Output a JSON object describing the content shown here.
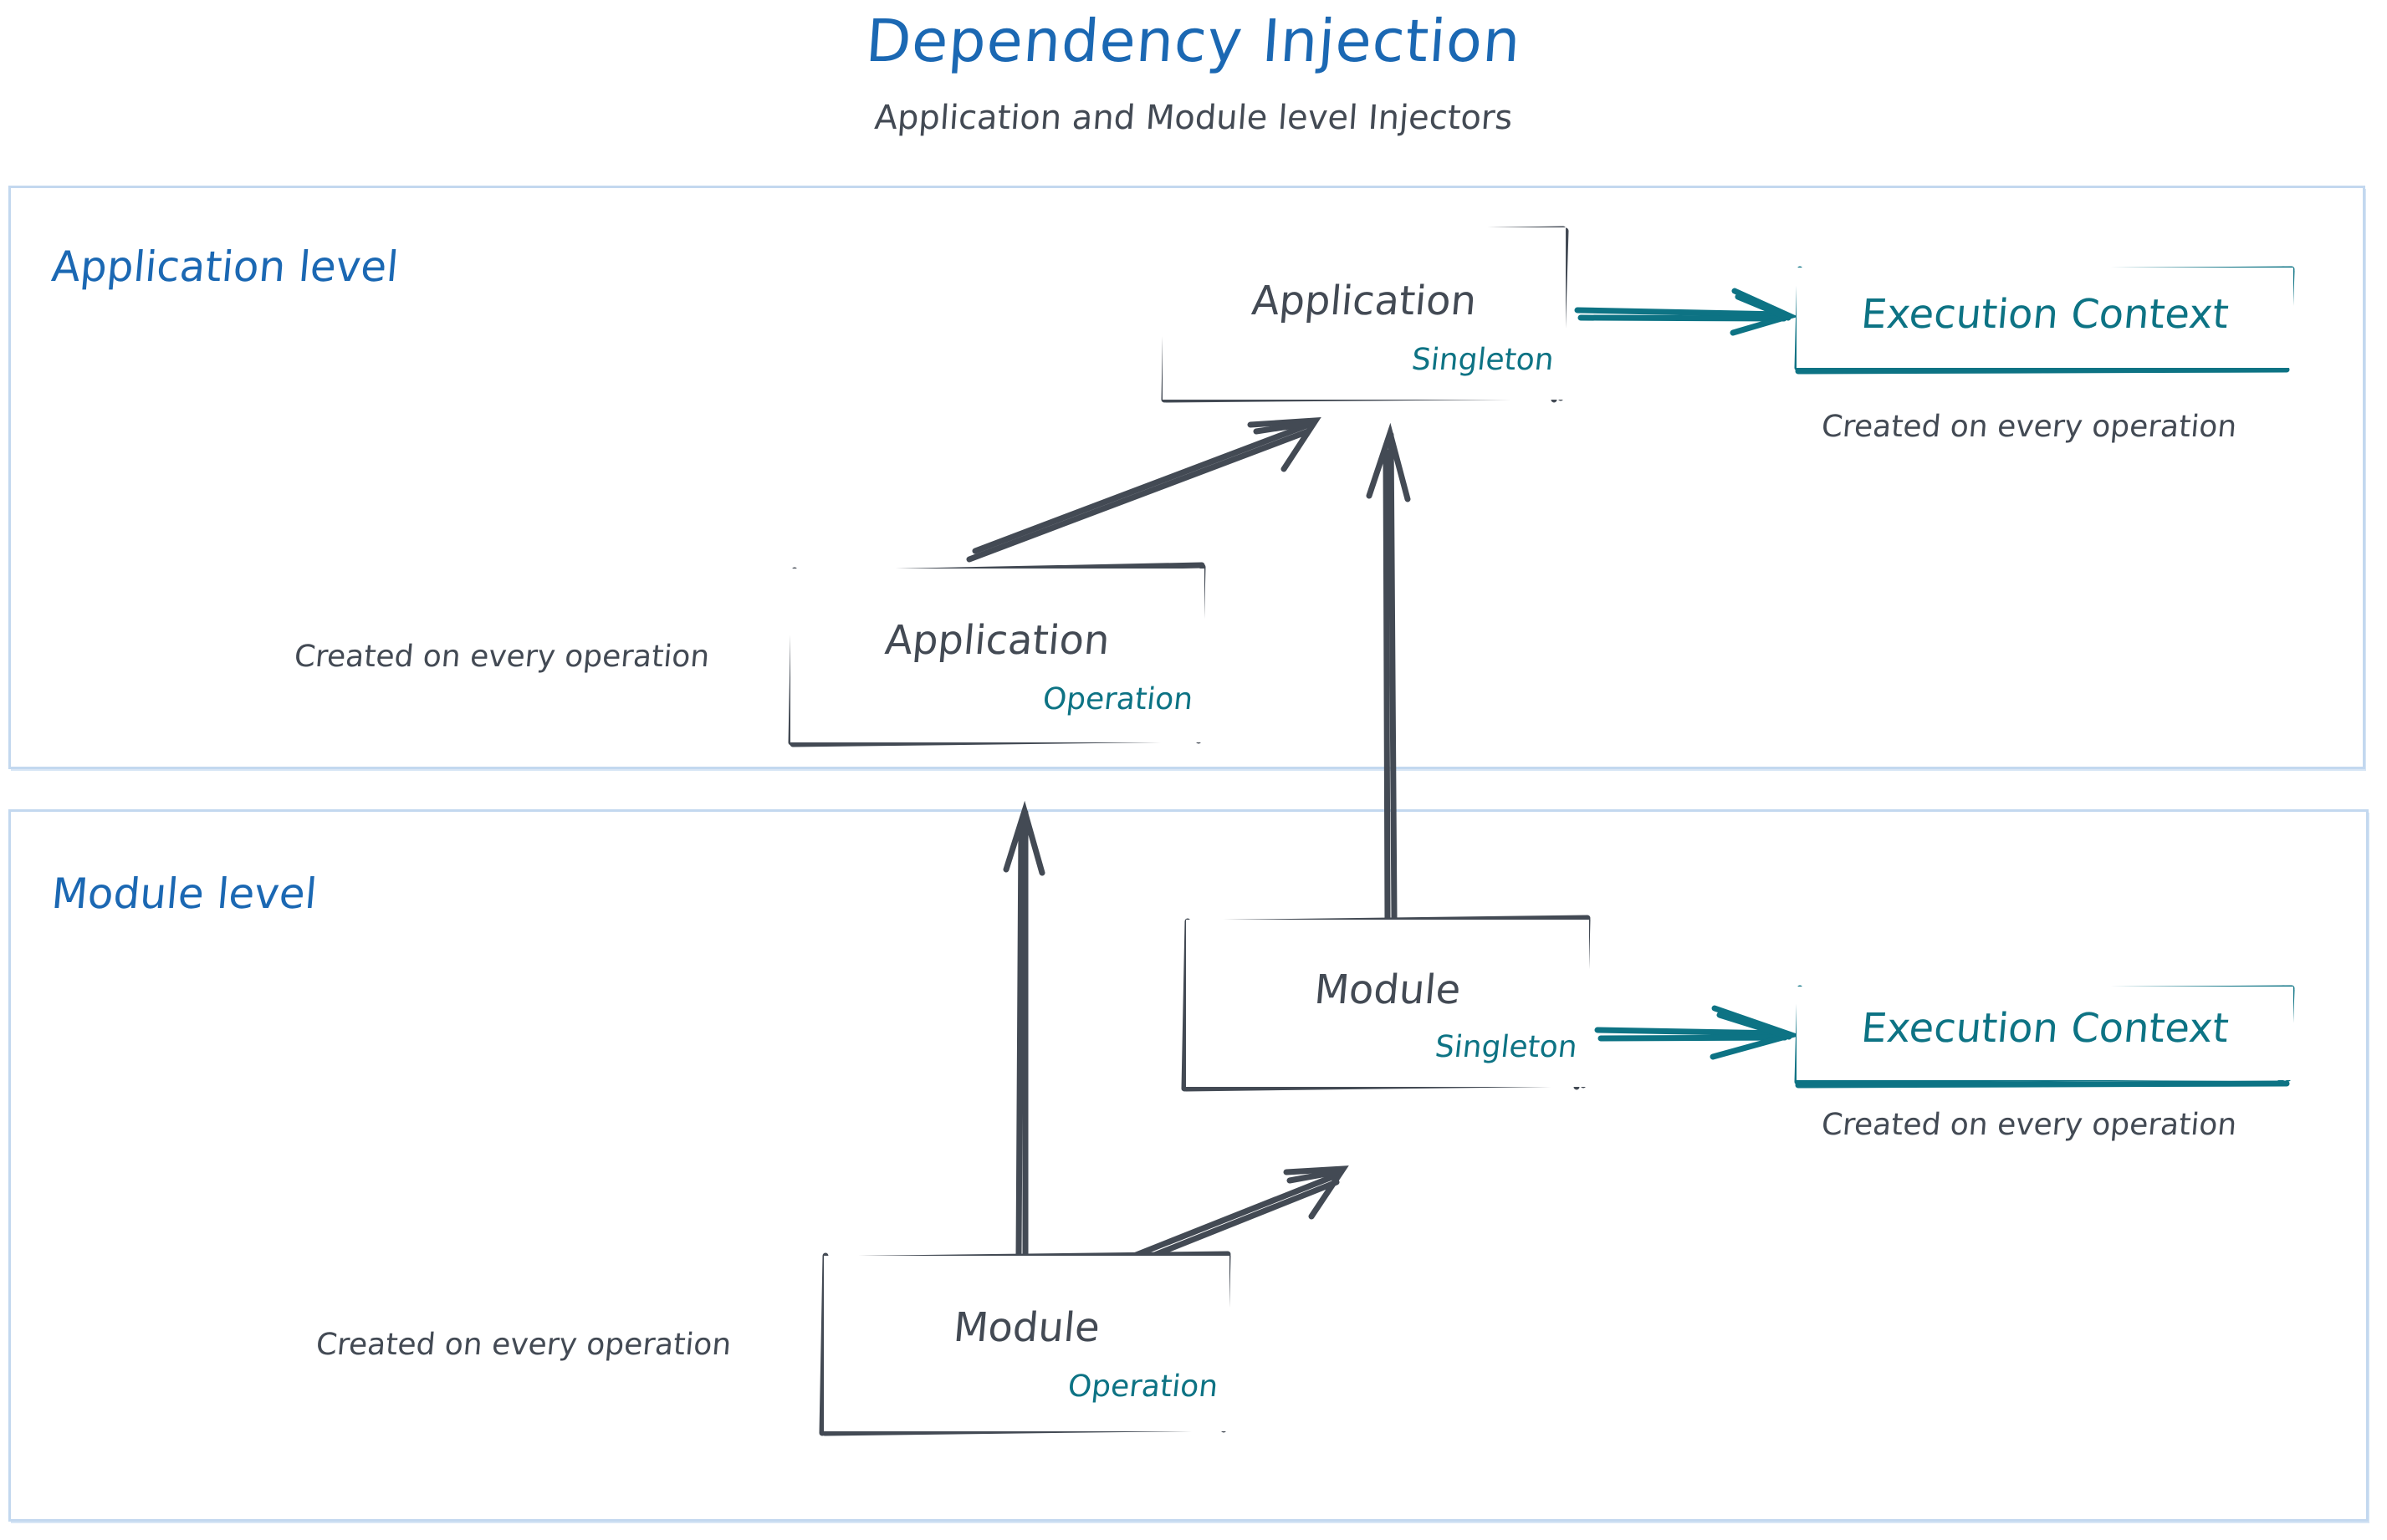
{
  "title": "Dependency Injection",
  "subtitle": "Application and Module level Injectors",
  "colors": {
    "title_blue": "#1b68b3",
    "level_border": "#c3d8ef",
    "node_stroke": "#434a54",
    "teal": "#0d7384",
    "background": "#ffffff"
  },
  "levels": [
    {
      "id": "application-level",
      "label": "Application level",
      "nodes": [
        {
          "id": "application-singleton",
          "title": "Application",
          "scope": "Singleton"
        },
        {
          "id": "application-execution-context",
          "title": "Execution Context",
          "caption": "Created on every operation"
        },
        {
          "id": "application-operation",
          "title": "Application",
          "scope": "Operation",
          "caption": "Created on every operation"
        }
      ]
    },
    {
      "id": "module-level",
      "label": "Module level",
      "nodes": [
        {
          "id": "module-singleton",
          "title": "Module",
          "scope": "Singleton"
        },
        {
          "id": "module-execution-context",
          "title": "Execution Context",
          "caption": "Created on every operation"
        },
        {
          "id": "module-operation",
          "title": "Module",
          "scope": "Operation",
          "caption": "Created on every operation"
        }
      ]
    }
  ],
  "arrows": [
    {
      "id": "application-to-execution-context",
      "color": "#0d7384",
      "from": "application-singleton",
      "to": "application-execution-context"
    },
    {
      "id": "application-operation-to-application-singleton",
      "color": "#434a54",
      "from": "application-operation",
      "to": "application-singleton"
    },
    {
      "id": "module-singleton-to-application-singleton",
      "color": "#434a54",
      "from": "module-singleton",
      "to": "application-singleton"
    },
    {
      "id": "module-operation-to-application-operation",
      "color": "#434a54",
      "from": "module-operation",
      "to": "application-operation"
    },
    {
      "id": "module-operation-to-module-singleton",
      "color": "#434a54",
      "from": "module-operation",
      "to": "module-singleton"
    },
    {
      "id": "module-to-execution-context",
      "color": "#0d7384",
      "from": "module-singleton",
      "to": "module-execution-context"
    }
  ]
}
